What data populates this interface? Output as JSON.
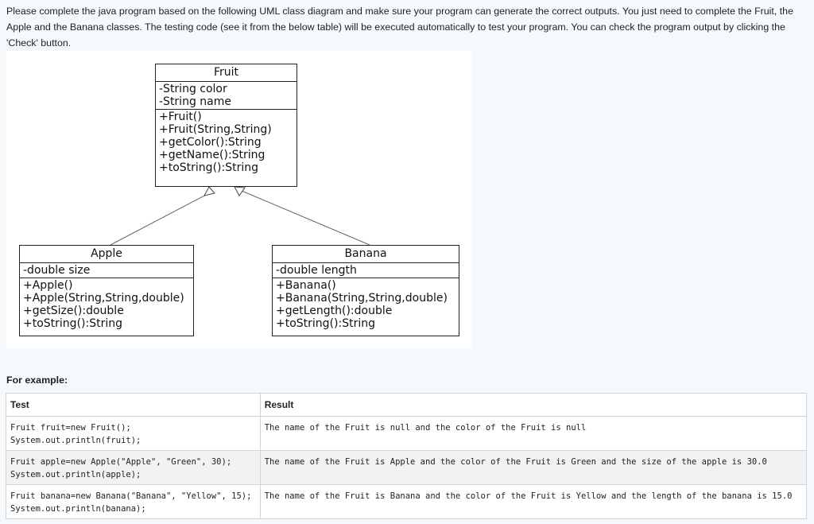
{
  "instructions": "Please complete the java program based on the following UML class diagram and make sure your program can generate the correct outputs. You just need to complete the Fruit, the Apple and the Banana classes. The testing code (see it from the below table) will be executed automatically to test your program. You can check the program output by clicking the 'Check' button.",
  "uml": {
    "fruit": {
      "name": "Fruit",
      "fields": [
        "-String color",
        "-String name"
      ],
      "methods": [
        "+Fruit()",
        "+Fruit(String,String)",
        "+getColor():String",
        "+getName():String",
        "+toString():String"
      ]
    },
    "apple": {
      "name": "Apple",
      "fields": [
        "-double size"
      ],
      "methods": [
        "+Apple()",
        "+Apple(String,String,double)",
        "+getSize():double",
        "+toString():String"
      ]
    },
    "banana": {
      "name": "Banana",
      "fields": [
        "-double length"
      ],
      "methods": [
        "+Banana()",
        "+Banana(String,String,double)",
        "+getLength():double",
        "+toString():String"
      ]
    }
  },
  "example_heading": "For example:",
  "table": {
    "headers": [
      "Test",
      "Result"
    ],
    "rows": [
      {
        "test": "Fruit fruit=new Fruit();\nSystem.out.println(fruit);",
        "result": "The name of the Fruit is null and the color of the Fruit is null"
      },
      {
        "test": "Fruit apple=new Apple(\"Apple\", \"Green\", 30);\nSystem.out.println(apple);",
        "result": "The name of the Fruit is Apple and the color of the Fruit is Green and the size of the apple is 30.0"
      },
      {
        "test": "Fruit banana=new Banana(\"Banana\", \"Yellow\", 15);\nSystem.out.println(banana);",
        "result": "The name of the Fruit is Banana and the color of the Fruit is Yellow and the length of the banana is 15.0"
      }
    ]
  }
}
